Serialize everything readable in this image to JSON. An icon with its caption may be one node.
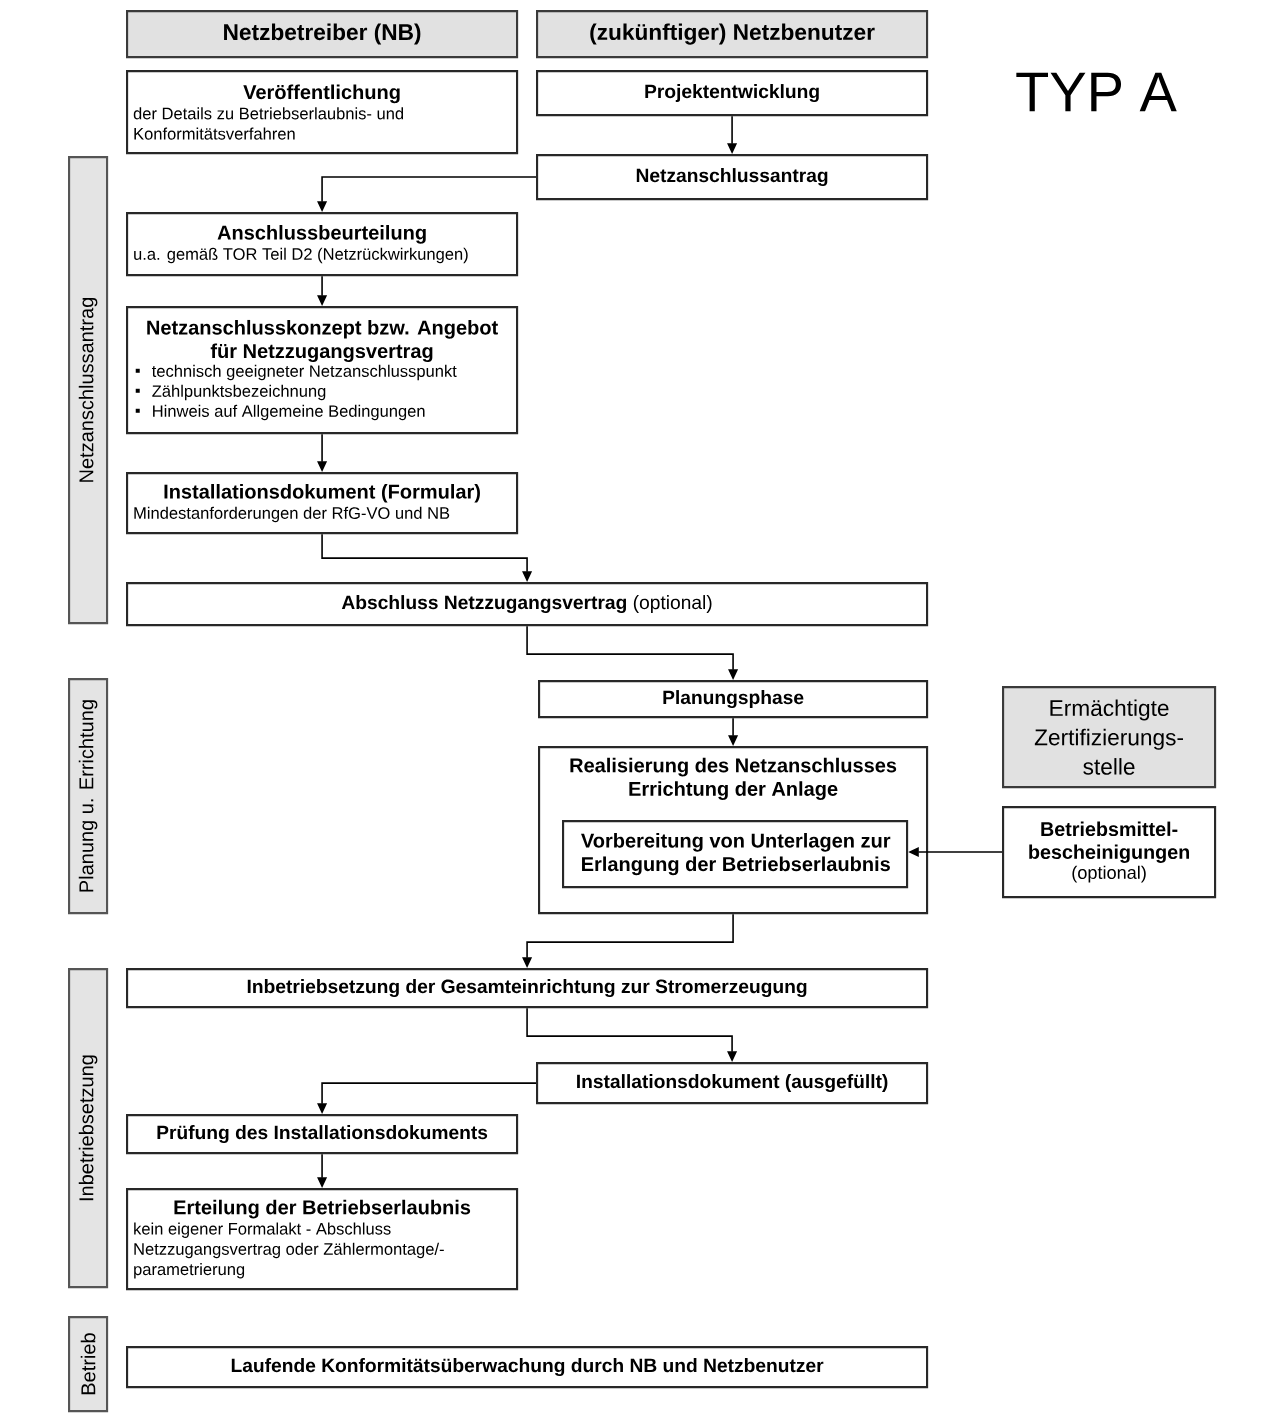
{
  "diagram": {
    "title": "TYP A",
    "nodes": [
      {
        "text": [
          "Netzbetreiber (NB)"
        ]
      },
      {
        "text": [
          "(zukünftiger) Netzbenutzer"
        ]
      },
      {
        "text": [
          "Veröffentlichung",
          "der Details zu Betriebserlaubnis- und Konformitätsverfahren"
        ]
      },
      {
        "text": [
          "Projektentwicklung"
        ]
      },
      {
        "text": [
          "Netzanschlussantrag"
        ]
      },
      {
        "text": [
          "Netzanschlussantrag"
        ]
      },
      {
        "text": [
          "Anschlussbeurteilung",
          "u.a. gemäß TOR Teil D2 (Netzrückwirkungen)"
        ]
      },
      {
        "text": [
          "Netzanschlusskonzept bzw. Angebot für Netzzugangsvertrag",
          "technisch geeigneter Netzanschlusspunkt",
          "Zählpunktsbezeichnung",
          "Hinweis auf Allgemeine Bedingungen"
        ]
      },
      {
        "text": [
          "Installationsdokument (Formular)",
          "Mindestanforderungen der RfG-VO und NB"
        ]
      },
      {
        "text": [
          "**Abschluss Netzzugangsvertrag** (optional)"
        ]
      },
      {
        "text": [
          "Planung u. Errichtung"
        ]
      },
      {
        "text": [
          "Planungsphase"
        ]
      },
      {
        "text": [
          "Ermächtigte Zertifizierungs- stelle"
        ]
      },
      {
        "text": [
          "Realisierung des Netzanschlusses Errichtung der Anlage"
        ]
      },
      {
        "text": [
          "Vorbereitung von Unterlagen zur Erlangung der Betriebserlaubnis"
        ],
        "in": 13
      },
      {
        "text": [
          "Betriebsmittel- bescheinigungen",
          "(optional)"
        ]
      },
      {
        "text": [
          "Inbetriebsetzung"
        ]
      },
      {
        "text": [
          "Inbetriebsetzung der Gesamteinrichtung zur Stromerzeugung"
        ]
      },
      {
        "text": [
          "Installationsdokument (ausgefüllt)"
        ]
      },
      {
        "text": [
          "Prüfung des Installationsdokuments"
        ]
      },
      {
        "text": [
          "Erteilung der Betriebserlaubnis",
          "kein eigener Formalakt - Abschluss Netzzugangsvertrag oder Zählermontage/- parametrierung"
        ]
      },
      {
        "text": [
          "Betrieb"
        ]
      },
      {
        "text": [
          "Laufende Konformitätsüberwachung durch NB und Netzbenutzer"
        ]
      }
    ],
    "edges": [
      {
        "from": 3,
        "to": 5,
        "arrow": "to"
      },
      {
        "from": 5,
        "to": 6,
        "arrow": "to"
      },
      {
        "from": 6,
        "to": 7,
        "arrow": "to"
      },
      {
        "from": 7,
        "to": 8,
        "arrow": "to"
      },
      {
        "from": 8,
        "to": 9,
        "arrow": "to"
      },
      {
        "from": 9,
        "to": 11,
        "arrow": "to"
      },
      {
        "from": 11,
        "to": 13,
        "arrow": "to"
      },
      {
        "from": 15,
        "to": 14,
        "arrow": "to"
      },
      {
        "from": 13,
        "to": 17,
        "arrow": "to"
      },
      {
        "from": 17,
        "to": 18,
        "arrow": "to"
      },
      {
        "from": 18,
        "to": 19,
        "arrow": "to"
      },
      {
        "from": 19,
        "to": 20,
        "arrow": "to"
      }
    ]
  }
}
